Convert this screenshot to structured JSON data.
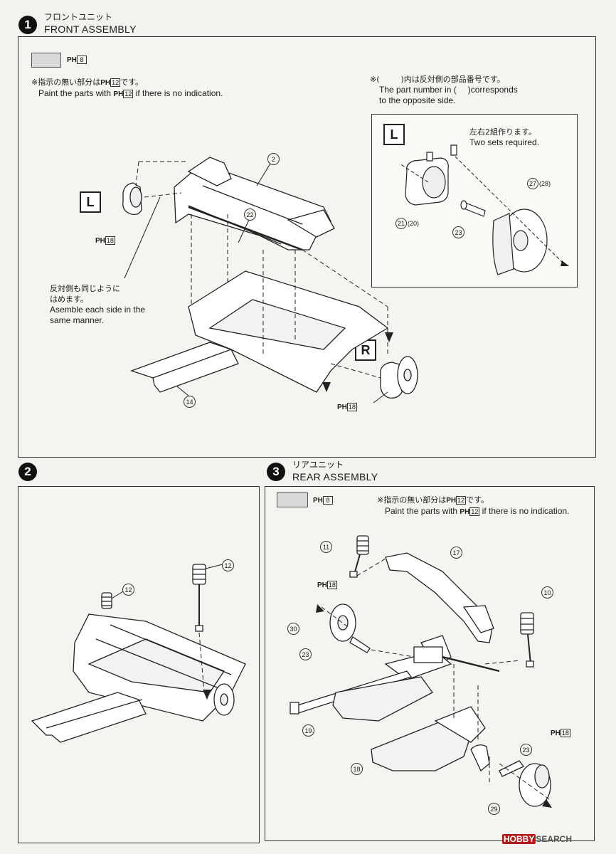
{
  "step1": {
    "number": "1",
    "title_jp": "フロントユニット",
    "title_en": "FRONT ASSEMBLY"
  },
  "step2": {
    "number": "2"
  },
  "step3": {
    "number": "3",
    "title_jp": "リアユニット",
    "title_en": "REAR ASSEMBLY"
  },
  "paint": {
    "ph": "PH",
    "color_8": "8",
    "color_12": "12",
    "color_18": "18"
  },
  "note_default_paint": {
    "jp_pre": "※指示の無い部分は",
    "jp_post": "です。",
    "en_pre": "Paint the parts with",
    "en_post": "if there is no indication."
  },
  "note_opposite": {
    "jp_pre": "※(",
    "jp_post": ")内は反対側の部品番号です。",
    "en_line1_pre": "The part number in (",
    "en_line1_post": ")corresponds",
    "en_line2": "to the opposite side."
  },
  "sub_box": {
    "side": "L",
    "jp": "左右2組作ります。",
    "en": "Two sets required."
  },
  "left_note": {
    "jp1": "反対側も同じように",
    "jp2": "はめます。",
    "en1": "Asemble each side in the",
    "en2": "same manner."
  },
  "sides": {
    "left": "L",
    "right": "R"
  },
  "callouts": {
    "c2": "2",
    "c14": "14",
    "c22": "22",
    "c21": "21",
    "c20": "(20)",
    "c23": "23",
    "c27": "27",
    "c28": "(28)",
    "c12a": "12",
    "c12b": "12",
    "c11": "11",
    "c17": "17",
    "c10": "10",
    "c30": "30",
    "c23b": "23",
    "c19": "19",
    "c18": "18",
    "c23c": "23",
    "c29": "29"
  },
  "watermark": {
    "brand": "HOBBY",
    "text": "SEARCH"
  }
}
